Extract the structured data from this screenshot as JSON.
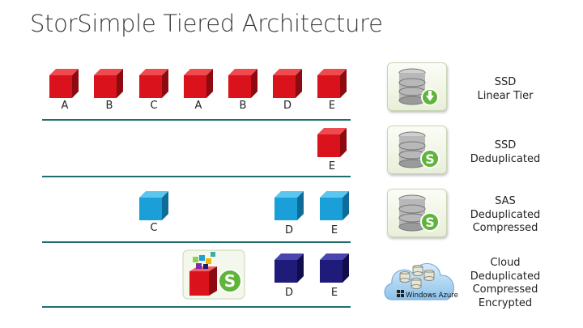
{
  "title": "StorSimple Tiered Architecture",
  "tiers": [
    {
      "name": "ssd-linear",
      "label_lines": [
        "SSD",
        "Linear Tier"
      ],
      "icon": "database-download-icon",
      "blocks": [
        {
          "label": "A",
          "color": "#d9121c"
        },
        {
          "label": "B",
          "color": "#d9121c"
        },
        {
          "label": "C",
          "color": "#d9121c"
        },
        {
          "label": "A",
          "color": "#d9121c"
        },
        {
          "label": "B",
          "color": "#d9121c"
        },
        {
          "label": "D",
          "color": "#d9121c"
        },
        {
          "label": "E",
          "color": "#d9121c"
        }
      ]
    },
    {
      "name": "ssd-dedup",
      "label_lines": [
        "SSD",
        "Deduplicated"
      ],
      "icon": "database-dedup-icon",
      "blocks": [
        {
          "label": "E",
          "color": "#d9121c"
        }
      ]
    },
    {
      "name": "sas",
      "label_lines": [
        "SAS",
        "Deduplicated",
        "Compressed"
      ],
      "icon": "database-dedup-icon",
      "blocks": [
        {
          "label": "C",
          "color": "#1a9fd8"
        },
        {
          "label": "D",
          "color": "#1a9fd8"
        },
        {
          "label": "E",
          "color": "#1a9fd8"
        }
      ]
    },
    {
      "name": "cloud",
      "label_lines": [
        "Cloud",
        "Deduplicated",
        "Compressed",
        "Encrypted"
      ],
      "icon": "windows-azure-cloud-icon",
      "icon_text": "Windows Azure",
      "blocks": [
        {
          "label": "D",
          "color": "#1f1b7a"
        },
        {
          "label": "E",
          "color": "#1f1b7a"
        }
      ]
    }
  ],
  "colors": {
    "line": "#1f6e6e",
    "red": "#d9121c",
    "blue": "#1a9fd8",
    "navy": "#1f1b7a"
  }
}
